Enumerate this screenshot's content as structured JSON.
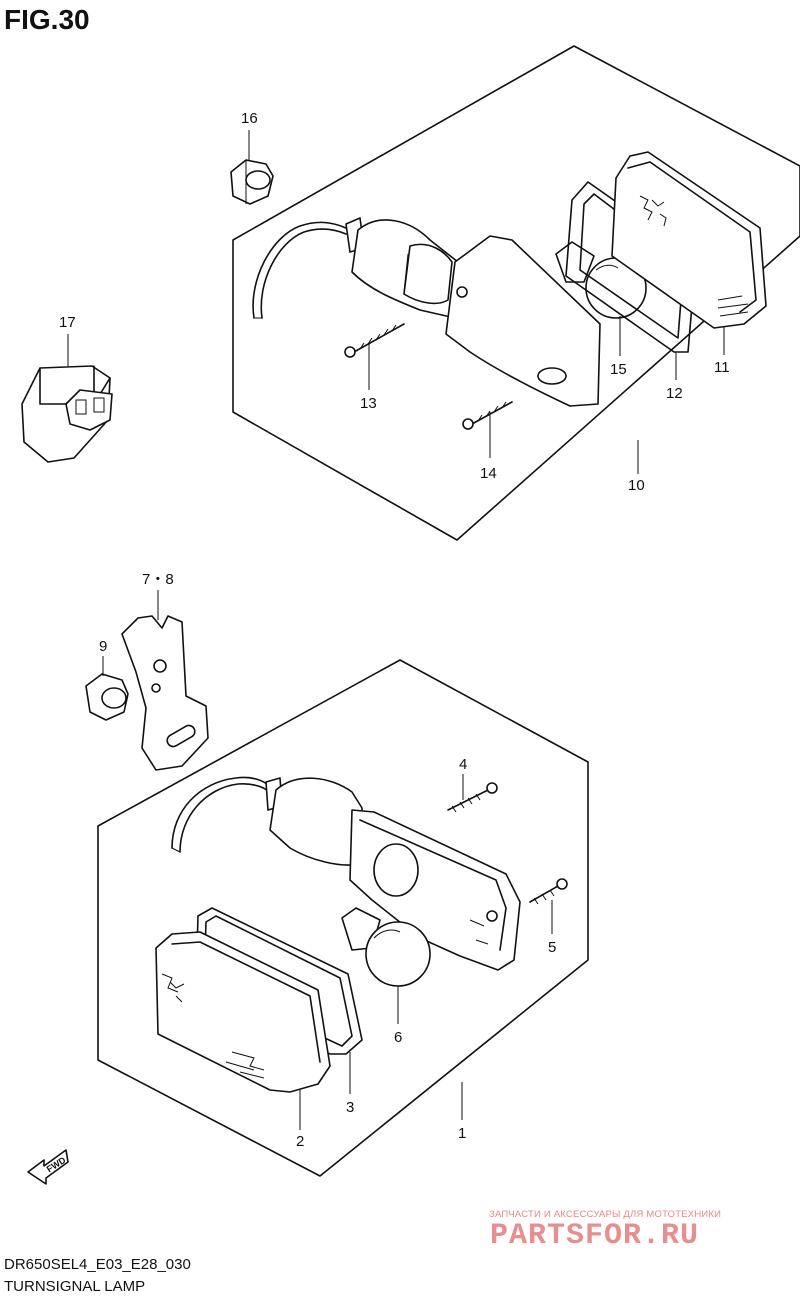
{
  "figure": {
    "title": "FIG.30",
    "model_code": "DR650SEL4_E03_E28_030",
    "section_title": "TURNSIGNAL LAMP"
  },
  "watermark": {
    "subtitle": "ЗАПЧАСТИ И АКСЕССУАРЫ ДЛЯ МОТОТЕХНИКИ",
    "brand": "PARTSFOR.RU"
  },
  "direction_badge": {
    "label": "FWD",
    "icon": "forward-arrow-icon"
  },
  "callouts": {
    "c1": "1",
    "c2": "2",
    "c3": "3",
    "c4": "4",
    "c5": "5",
    "c6": "6",
    "c78": "7・8",
    "c9": "9",
    "c10": "10",
    "c11": "11",
    "c12": "12",
    "c13": "13",
    "c14": "14",
    "c15": "15",
    "c16": "16",
    "c17": "17"
  }
}
